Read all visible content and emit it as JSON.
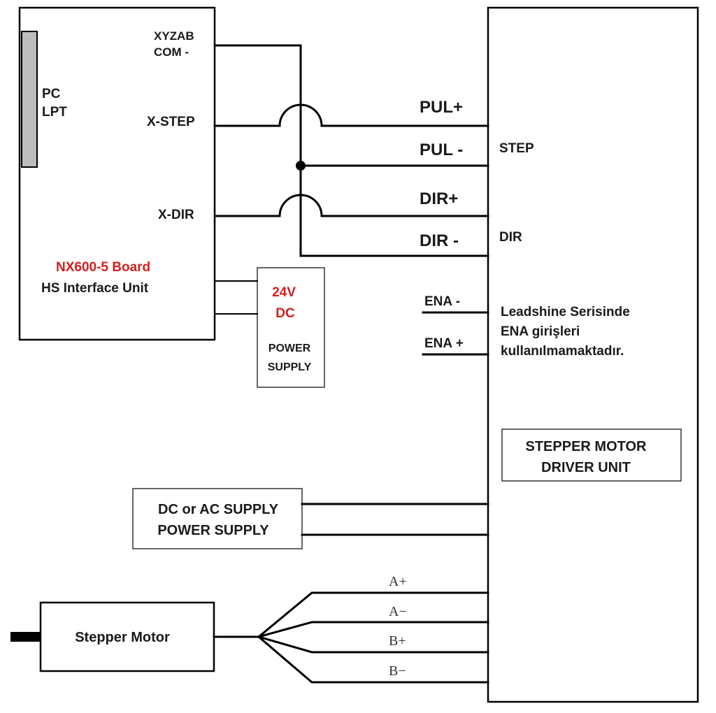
{
  "colors": {
    "line": "#000000",
    "connector": "#bdbdbd",
    "accent_red": "#d41f1f"
  },
  "nx_board": {
    "pc_lpt": [
      "PC",
      "LPT"
    ],
    "xyzab_com": [
      "XYZAB",
      "COM -"
    ],
    "x_step": "X-STEP",
    "x_dir": "X-DIR",
    "board_name": "NX600-5 Board",
    "unit_name": "HS Interface Unit"
  },
  "psu_24v": {
    "volt": [
      "24V",
      "DC"
    ],
    "label": [
      "POWER",
      "SUPPLY"
    ]
  },
  "signals": {
    "pul_plus": "PUL+",
    "pul_minus": "PUL -",
    "dir_plus": "DIR+",
    "dir_minus": "DIR -",
    "ena_minus": "ENA -",
    "ena_plus": "ENA +"
  },
  "driver": {
    "step": "STEP",
    "dir": "DIR",
    "ena_note": [
      "Leadshine Serisinde",
      "ENA girişleri",
      "kullanılmamaktadır."
    ],
    "title": [
      "STEPPER MOTOR",
      "DRIVER UNIT"
    ]
  },
  "main_psu": [
    "DC or AC SUPPLY",
    "POWER SUPPLY"
  ],
  "motor": {
    "label": "Stepper Motor",
    "phases": [
      "A+",
      "A−",
      "B+",
      "B−"
    ]
  }
}
